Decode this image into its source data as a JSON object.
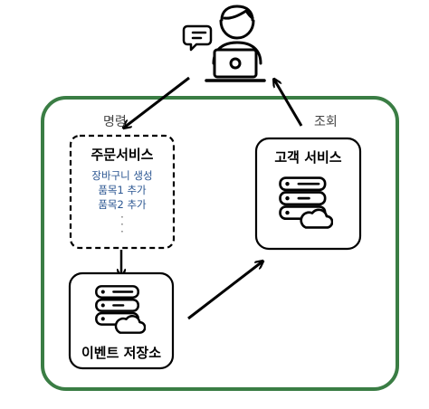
{
  "labels": {
    "command": "명령",
    "query": "조회"
  },
  "boxes": {
    "order_service": {
      "title": "주문서비스",
      "events": [
        "장바구니 생성",
        "품목1 추가",
        "품목2 추가"
      ],
      "ellipsis": "·\n·\n·"
    },
    "customer_service": {
      "title": "고객 서비스"
    },
    "event_store": {
      "title": "이벤트 저장소"
    }
  },
  "icons": {
    "user": "person-with-laptop-icon",
    "chat": "chat-bubble-icon",
    "server": "server-cloud-icon"
  },
  "colors": {
    "container_border": "#3a7d44",
    "event_text": "#2a5591",
    "stroke": "#000000"
  }
}
